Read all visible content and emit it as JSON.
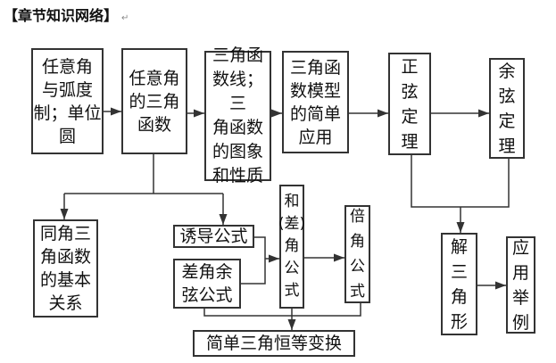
{
  "title": "【章节知识网络】",
  "return_mark": "↵",
  "nodes": {
    "angle": "任意角\n与弧度\n制；单位\n圆",
    "trig_fn": "任意角\n的三角\n函数",
    "graphs": "三角函\n数线；三\n角函数\n的图象\n和性质",
    "model": "三角函\n数模型\n的简单\n应用",
    "sine_law": "正\n弦\n定\n理",
    "cosine_law": "余\n弦\n定\n理",
    "basic_rel": "同角三\n角函数\n的基本\n关系",
    "induction": "诱导公式",
    "diff_cos": "差角余\n弦公式",
    "sum_diff": "和\n(差)\n角\n公\n式",
    "double": "倍\n角\n公\n式",
    "identity": "简单三角恒等变换",
    "solve_tri": "解\n三\n角\n形",
    "application": "应\n用\n举\n例"
  }
}
